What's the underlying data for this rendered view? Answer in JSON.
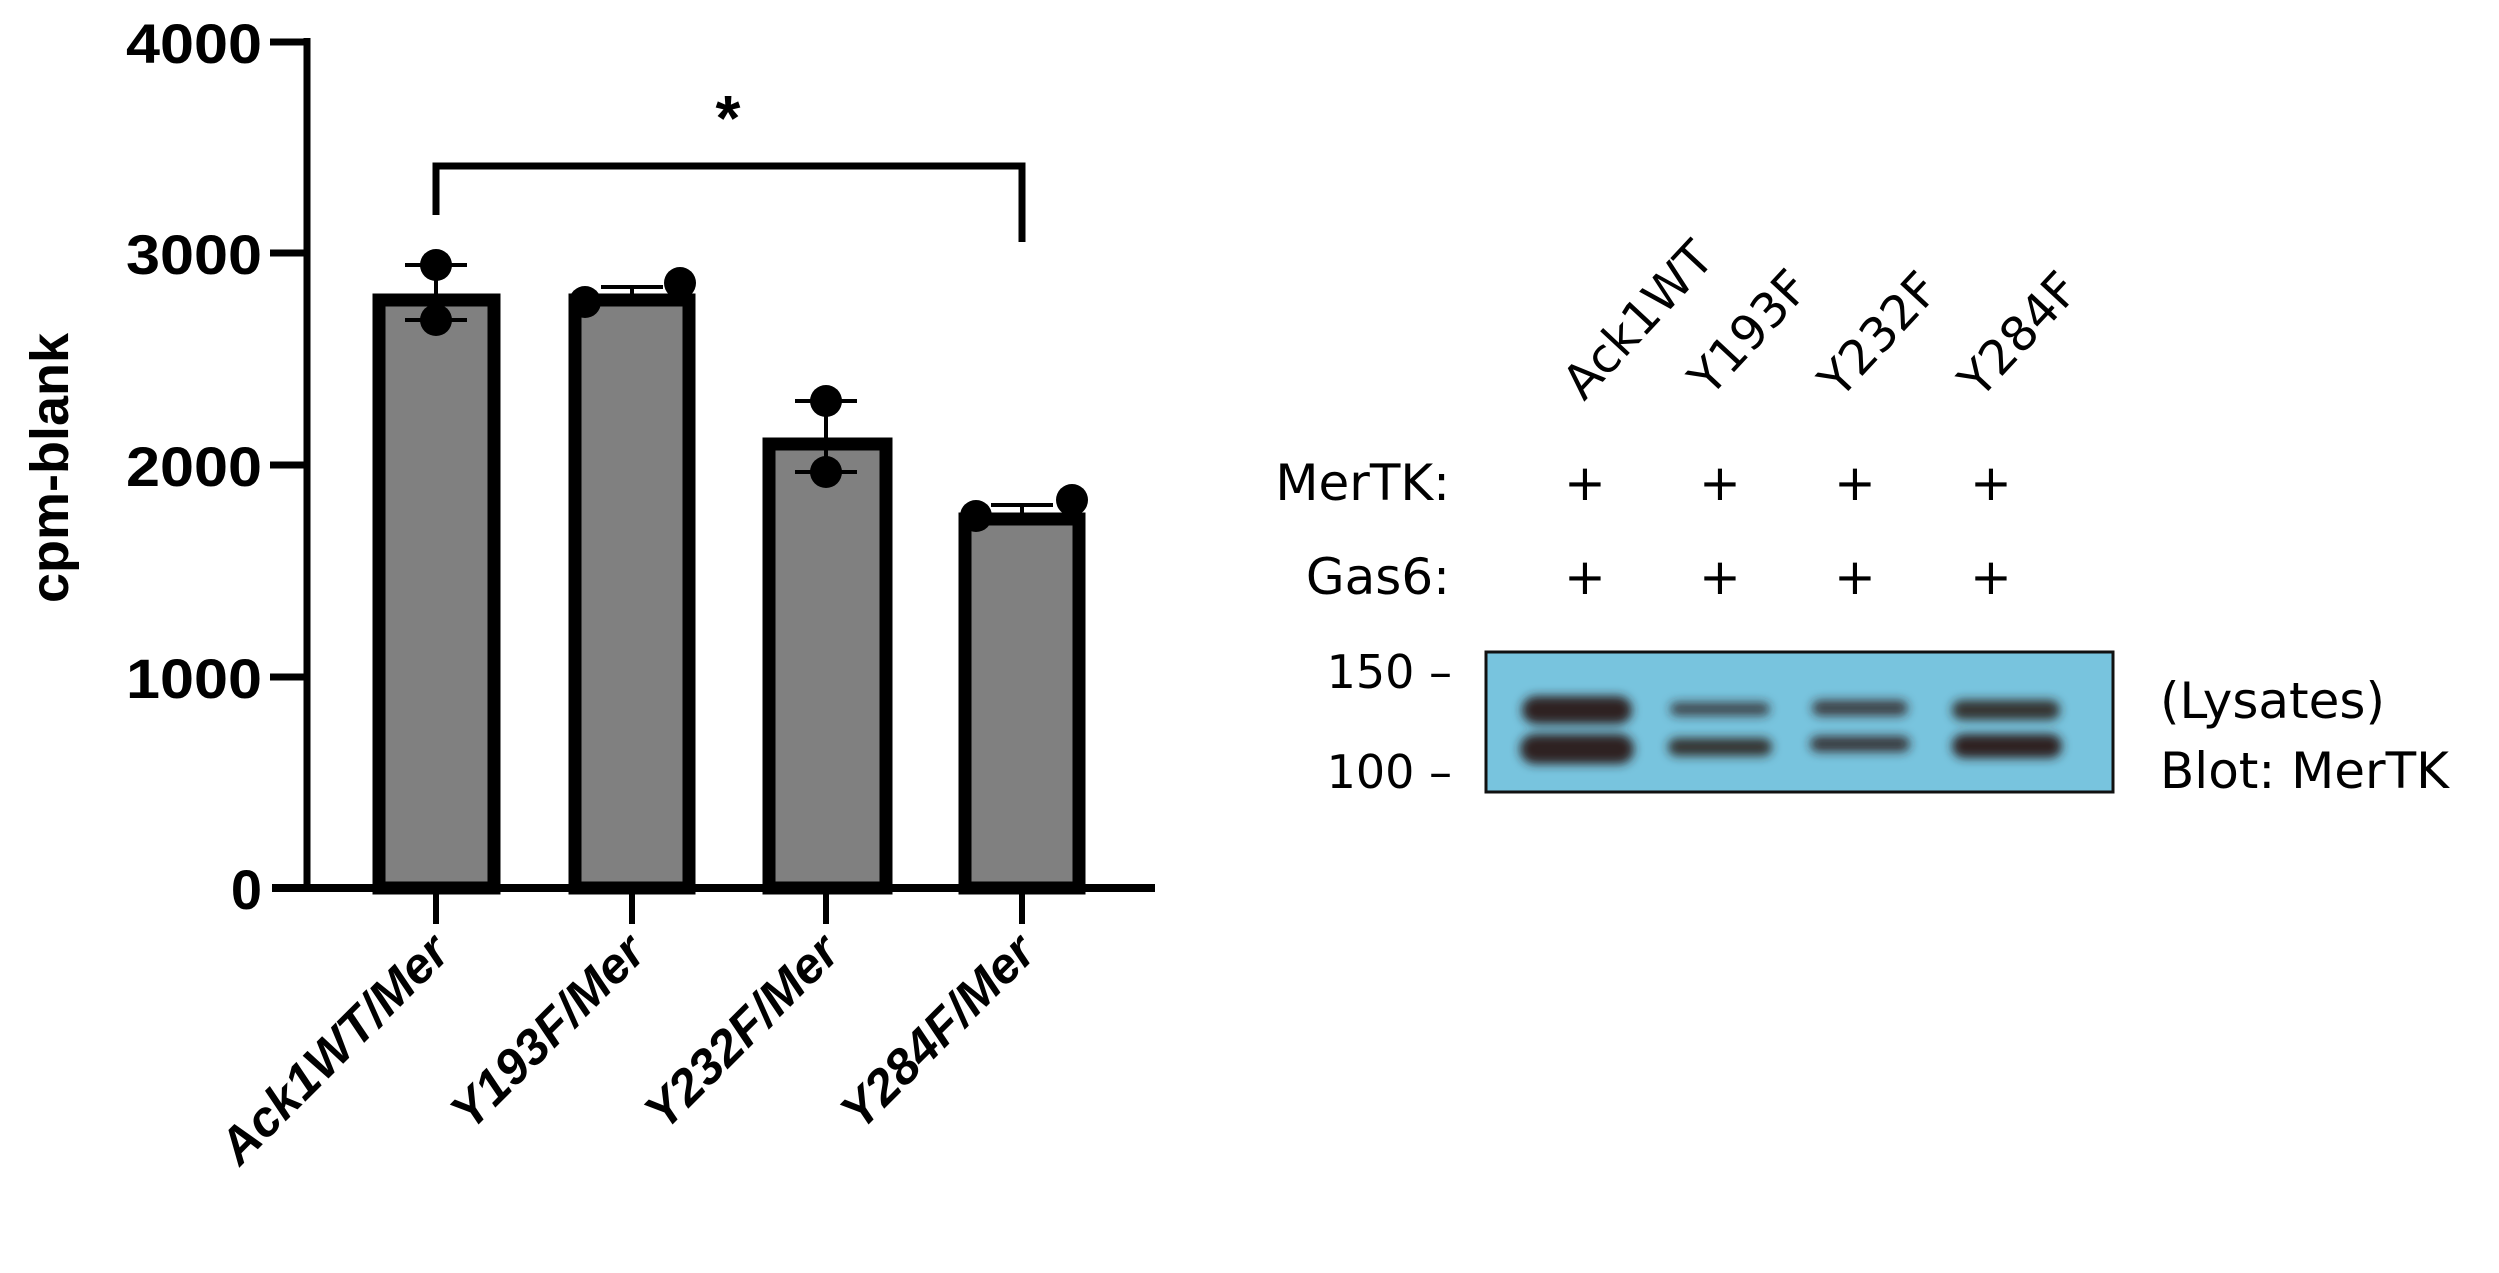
{
  "chart_data": [
    {
      "type": "bar",
      "title": "",
      "xlabel": "",
      "ylabel": "cpm-blank",
      "ylim": [
        0,
        4000
      ],
      "yticks": [
        0,
        1000,
        2000,
        3000,
        4000
      ],
      "grid": false,
      "legend": null,
      "categories": [
        "Ack1WT/Mer",
        "Y193F/Mer",
        "Y232F/Mer",
        "Y284F/Mer"
      ],
      "values": [
        2810,
        2810,
        2130,
        1790
      ],
      "error_bars": [
        135,
        45,
        170,
        40
      ],
      "points": [
        [
          2945,
          2685
        ],
        [
          2770,
          2855
        ],
        [
          2300,
          1965
        ],
        [
          1760,
          1835
        ]
      ],
      "bar_color": "#808080",
      "annotations": [
        {
          "type": "significance_bracket",
          "from": "Ack1WT/Mer",
          "to": "Y284F/Mer",
          "label": "*"
        }
      ]
    },
    {
      "type": "table",
      "title": "Western blot",
      "lanes": [
        "Ack1WT",
        "Y193F",
        "Y232F",
        "Y284F"
      ],
      "rows": [
        {
          "label": "MerTK:",
          "values": [
            "+",
            "+",
            "+",
            "+"
          ]
        },
        {
          "label": "Gas6:",
          "values": [
            "+",
            "+",
            "+",
            "+"
          ]
        }
      ],
      "markers_kda": [
        "150",
        "100"
      ],
      "side_labels": [
        "(Lysates)",
        "Blot: MerTK"
      ],
      "band_intensity_upper": [
        1.0,
        0.55,
        0.6,
        0.8
      ],
      "band_intensity_lower": [
        1.0,
        0.75,
        0.65,
        0.9
      ]
    }
  ],
  "bar_chart": {
    "ylabel": "cpm-blank",
    "yticks": [
      "0",
      "1000",
      "2000",
      "3000",
      "4000"
    ],
    "categories": [
      "Ack1WT/Mer",
      "Y193F/Mer",
      "Y232F/Mer",
      "Y284F/Mer"
    ],
    "significance": "*"
  },
  "blot": {
    "lanes": [
      "Ack1WT",
      "Y193F",
      "Y232F",
      "Y284F"
    ],
    "row_mertk_label": "MerTK:",
    "row_gas6_label": "Gas6:",
    "plus": "+",
    "marker_150": "150 –",
    "marker_100": "100 –",
    "side_label_1": "(Lysates)",
    "side_label_2": "Blot: MerTK",
    "bg_color": "#78c4de",
    "band_color": "#2e2220"
  }
}
